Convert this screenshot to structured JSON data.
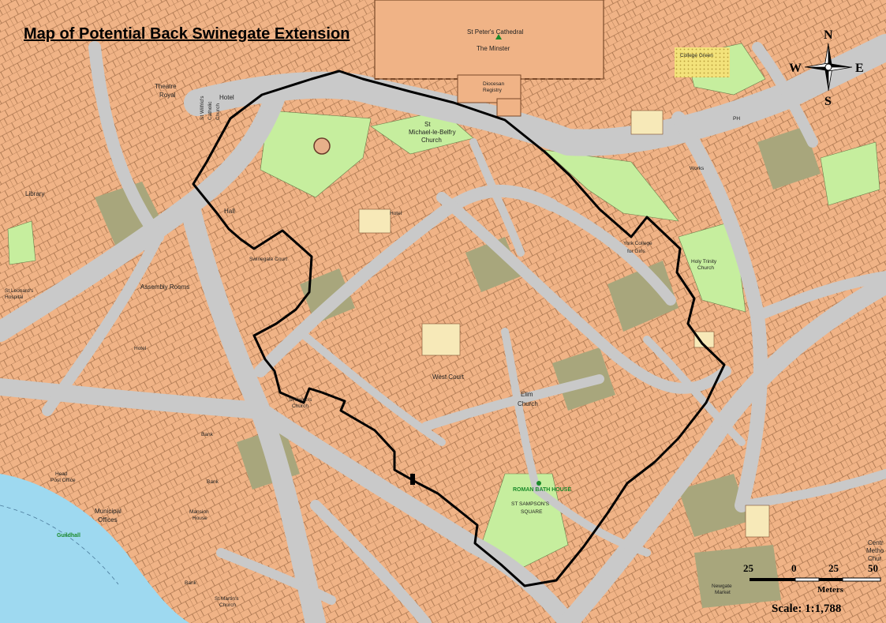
{
  "title": "Map of Potential Back Swinegate Extension",
  "compass": {
    "north": "N",
    "south": "S",
    "east": "E",
    "west": "W"
  },
  "scale": {
    "ticks": [
      "25",
      "0",
      "25",
      "50"
    ],
    "units": "Meters",
    "ratio": "Scale: 1:1,788"
  },
  "labels": {
    "st_peters_cathedral": "St Peter's Cathedral",
    "the_minster": "The Minster",
    "diocesan_registry_1": "Diocesan",
    "diocesan_registry_2": "Registry",
    "college_green": "College Green",
    "york_college_1": "York College",
    "york_college_2": "for Girls",
    "st_michael_1": "St",
    "st_michael_2": "Michael-le-Belfry",
    "st_michael_3": "Church",
    "theatre_1": "Theatre",
    "theatre_2": "Royal",
    "st_wilfrids_1": "St Wilfrid's",
    "st_wilfrids_2": "Catholic",
    "st_wilfrids_3": "Church",
    "hotel": "Hotel",
    "library": "Library",
    "hall": "Hall",
    "swinegate_court": "Swinegate Court",
    "assembly_rooms": "Assembly Rooms",
    "st_leonards_1": "St Leonard's",
    "st_leonards_2": "Hospital",
    "west_court": "West Court",
    "elim_1": "Elim",
    "elim_2": "Church",
    "st_helens_1": "St Helen's",
    "st_helens_2": "Church",
    "bank": "Bank",
    "mansion_1": "Mansion",
    "mansion_2": "House",
    "municipal_1": "Municipal",
    "municipal_2": "Offices",
    "roman_bath": "ROMAN BATH HOUSE",
    "st_sampsons_1": "ST SAMPSON'S",
    "st_sampsons_2": "SQUARE",
    "holy_trinity_1": "Holy Trinity",
    "holy_trinity_2": "Church",
    "works": "Works",
    "ph": "PH",
    "newgate_1": "Newgate",
    "newgate_2": "Market",
    "central_1": "Centr",
    "central_2": "Metho",
    "central_3": "Chur",
    "st_martins_1": "St Martin's",
    "st_martins_2": "Church",
    "head_post_1": "Head",
    "head_post_2": "Post Office",
    "guildhall": "Guildhall"
  },
  "colors": {
    "building": "#f0b386",
    "building_stroke": "#7a4a2a",
    "road": "#c9c9c9",
    "yard": "#a8a67c",
    "green": "#c6ee9e",
    "river": "#9ed9f0",
    "boundary": "#000000",
    "cathedral": "#f0b386"
  }
}
